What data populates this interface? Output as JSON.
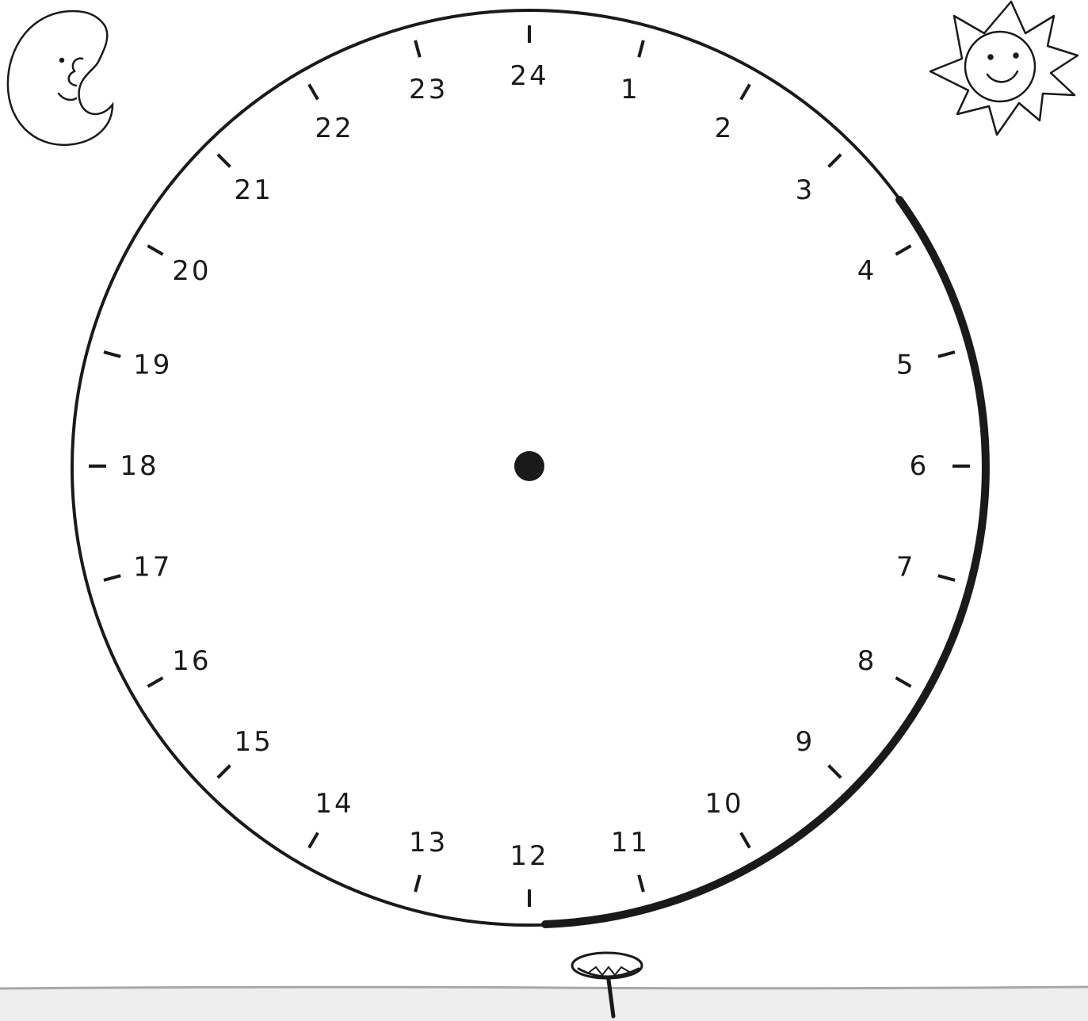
{
  "clock": {
    "hour_labels": [
      "24",
      "1",
      "2",
      "3",
      "4",
      "5",
      "6",
      "7",
      "8",
      "9",
      "10",
      "11",
      "12",
      "13",
      "14",
      "15",
      "16",
      "17",
      "18",
      "19",
      "20",
      "21",
      "22",
      "23"
    ],
    "line_color": "#1a1a1a",
    "face_color": "#ffffff"
  },
  "decorations": {
    "moon_icon": "crescent-moon-face",
    "sun_icon": "smiling-sun",
    "pin_icon": "push-pin"
  },
  "ground": {
    "color": "#eeeeee",
    "edge_color": "#a8a8a8"
  }
}
